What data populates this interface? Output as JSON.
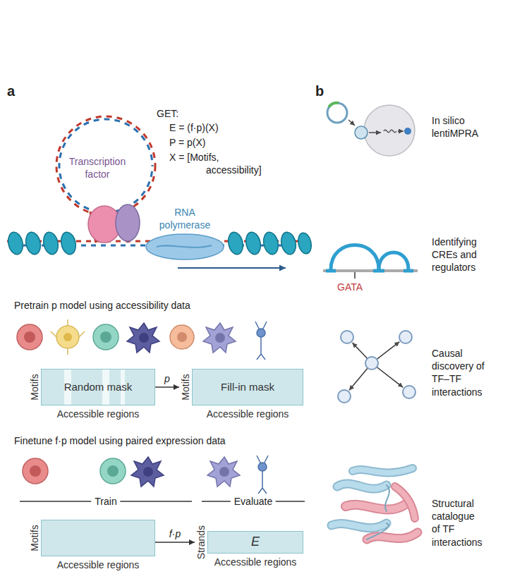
{
  "diagram": {
    "nodes": [
      {
        "text": [
          "Motifs",
          "Random mask",
          "Accessible regions"
        ]
      },
      {
        "text": [
          "Motifs",
          "Fill-in mask",
          "Accessible regions"
        ]
      },
      {
        "text": [
          "Motifs",
          "Accessible regions"
        ]
      },
      {
        "text": [
          "Strands",
          "E",
          "Accessible regions"
        ]
      }
    ],
    "edges": [
      {
        "from": 0,
        "to": 1,
        "arrow": "to",
        "label": "p"
      },
      {
        "from": 2,
        "to": 3,
        "arrow": "to",
        "label": "f·p"
      }
    ],
    "labels": [
      "a",
      "GET:",
      "E = (f·p)(X)",
      "P = p(X)",
      "X = [Motifs, accessibility]",
      "Transcription factor",
      "RNA polymerase",
      "Pretrain p model using accessibility data",
      "Finetune f·p model using paired expression data",
      "Train",
      "Evaluate",
      "b",
      "In silico lentiMPRA",
      "Identifying CREs and regulators",
      "GATA",
      "Causal discovery of TF–TF interactions",
      "Structural catalogue of TF interactions"
    ]
  }
}
